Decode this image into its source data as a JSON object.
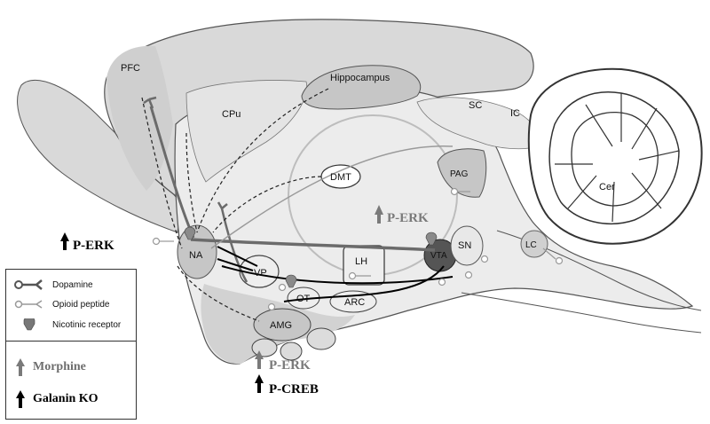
{
  "regions": {
    "pfc": "PFC",
    "cpu": "CPu",
    "hippocampus": "Hippocampus",
    "sc": "SC",
    "ic": "IC",
    "dmt": "DMT",
    "pag": "PAG",
    "cer": "Cer",
    "na": "NA",
    "vp": "VP",
    "lh": "LH",
    "vta": "VTA",
    "sn": "SN",
    "lc": "LC",
    "ot": "OT",
    "arc": "ARC",
    "amg": "AMG"
  },
  "annotations": {
    "perk_left": "P-ERK",
    "perk_center": "P-ERK",
    "perk_bottom": "P-ERK",
    "pcreb_bottom": "P-CREB"
  },
  "legend": {
    "dopamine": "Dopamine",
    "opioid": "Opioid peptide",
    "nicotinic": "Nicotinic receptor",
    "morphine": "Morphine",
    "galanin": "Galanin KO"
  },
  "colors": {
    "gray_arrow": "#7a7a7a",
    "black_arrow": "#000000",
    "brain_fill": "#d9d9d9",
    "region_fill": "#c6c6c6"
  }
}
